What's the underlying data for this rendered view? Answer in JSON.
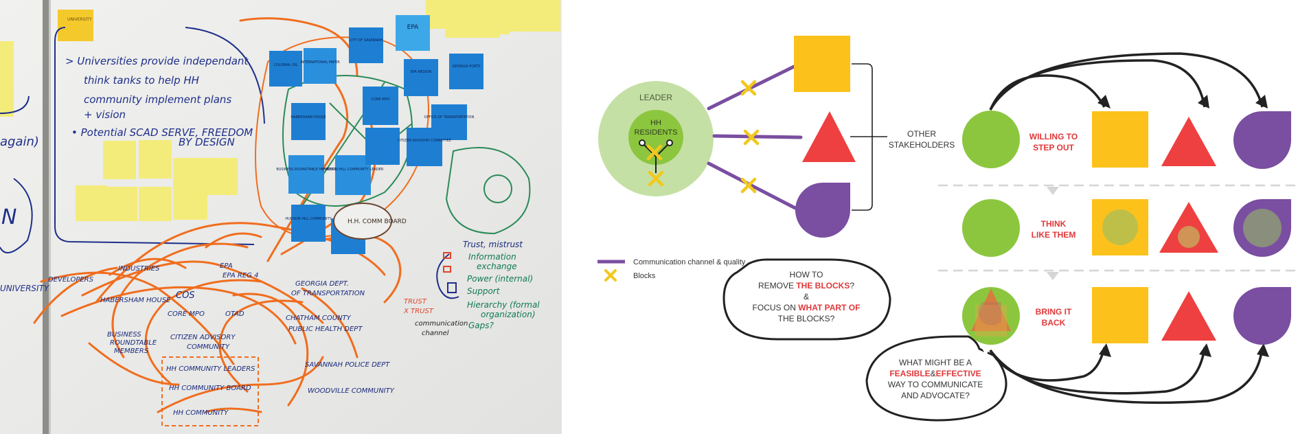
{
  "whiteboard": {
    "university_note": "UNIVERSITY",
    "bullet_line_1": "> Universities provide independant",
    "bullet_line_2": "think tanks to help HH",
    "bullet_line_3": "community implement plans",
    "bullet_line_4": "+ vision",
    "bullet_line_5": "• Potential SCAD SERVE, FREEDOM",
    "bullet_line_6": "BY DESIGN",
    "left_cut_1": "again)",
    "left_cut_2": "N",
    "left_cut_3": "UNIVERSITY",
    "stakeholders": {
      "industries": "INDUSTRIES",
      "epa_reg": "EPA REG 4",
      "epa": "EPA",
      "ga_dot_1": "GEORGIA DEPT.",
      "ga_dot_2": "OF TRANSPORTATION",
      "developers": "DEVELOPERS",
      "habersham": "HABERSHAM HOUSE",
      "cos": "COS",
      "core_mpo": "CORE MPO",
      "otad": "OTAD",
      "chatham_1": "CHATHAM COUNTY",
      "chatham_2": "PUBLIC HEALTH DEPT",
      "business_1": "BUSINESS",
      "business_2": "ROUNDTABLE",
      "business_3": "MEMBERS",
      "citizen_1": "CITIZEN ADVISORY",
      "citizen_2": "COMMUNITY",
      "hh_leaders": "HH COMMUNITY LEADERS",
      "hh_board": "HH COMMUNITY BOARD",
      "hh_community": "HH COMMUNITY",
      "police": "SAVANNAH POLICE DEPT",
      "woodville": "WOODVILLE COMMUNITY",
      "hh_comm_board": "H.H. COMM BOARD"
    },
    "legend_trust": "Trust, mistrust",
    "legend_info_1": "Information",
    "legend_info_2": "exchange",
    "legend_power": "Power (internal)",
    "legend_support": "Support",
    "legend_hierarchy_1": "Hierarchy (formal",
    "legend_hierarchy_2": "organization)",
    "legend_gaps": "Gaps?",
    "legend_trust_red": "TRUST",
    "legend_trust_x": "X TRUST",
    "legend_comm_1": "communication",
    "legend_comm_2": "channel",
    "blue_notes": [
      "COLONIAL OIL",
      "INTERNATIONAL PAPER",
      "CITY OF SAVANNAH",
      "EPA",
      "EPA REGION",
      "GEORGIA PORTS",
      "HABERSHAM HOUSE",
      "CORE MPO",
      "OFFICE OF TRANSPORTATION",
      "BUSINESS ROUNDTABLE MEMBERS",
      "HUDSON HILL COMMUNITY LEADER",
      "CITIZEN ADVISORY COMMITTEE",
      "HUDSON HILL COMMUNITY"
    ]
  },
  "diagram": {
    "leader_label": "LEADER",
    "residents_line_1": "HH",
    "residents_line_2": "RESIDENTS",
    "other_stakeholders_1": "OTHER",
    "other_stakeholders_2": "STAKEHOLDERS",
    "legend_channel": "Communication channel & quality",
    "legend_blocks": "Blocks",
    "stage_1_line_1": "WILLING TO",
    "stage_1_line_2": "STEP OUT",
    "stage_2_line_1": "THINK",
    "stage_2_line_2": "LIKE THEM",
    "stage_3_line_1": "BRING IT",
    "stage_3_line_2": "BACK",
    "bubble_1_line_1": "HOW TO",
    "bubble_1_line_2a": "REMOVE ",
    "bubble_1_line_2b": "THE BLOCKS",
    "bubble_1_line_2c": "?",
    "bubble_1_line_3": "&",
    "bubble_1_line_4a": "FOCUS ON ",
    "bubble_1_line_4b": "WHAT PART OF",
    "bubble_1_line_5": "THE BLOCKS?",
    "bubble_2_line_1": "WHAT MIGHT BE A",
    "bubble_2_line_2a": "FEASIBLE",
    "bubble_2_line_2b": "&",
    "bubble_2_line_2c": "EFFECTIVE",
    "bubble_2_line_3": "WAY TO COMMUNICATE",
    "bubble_2_line_4": "AND ADVOCATE?",
    "colors": {
      "green": "#8cc63f",
      "light_green": "#c5e0a5",
      "yellow": "#fcc21b",
      "red": "#ee4040",
      "purple": "#7a4ea1",
      "cross": "#f2c81e",
      "accent_text": "#e0383a"
    }
  }
}
